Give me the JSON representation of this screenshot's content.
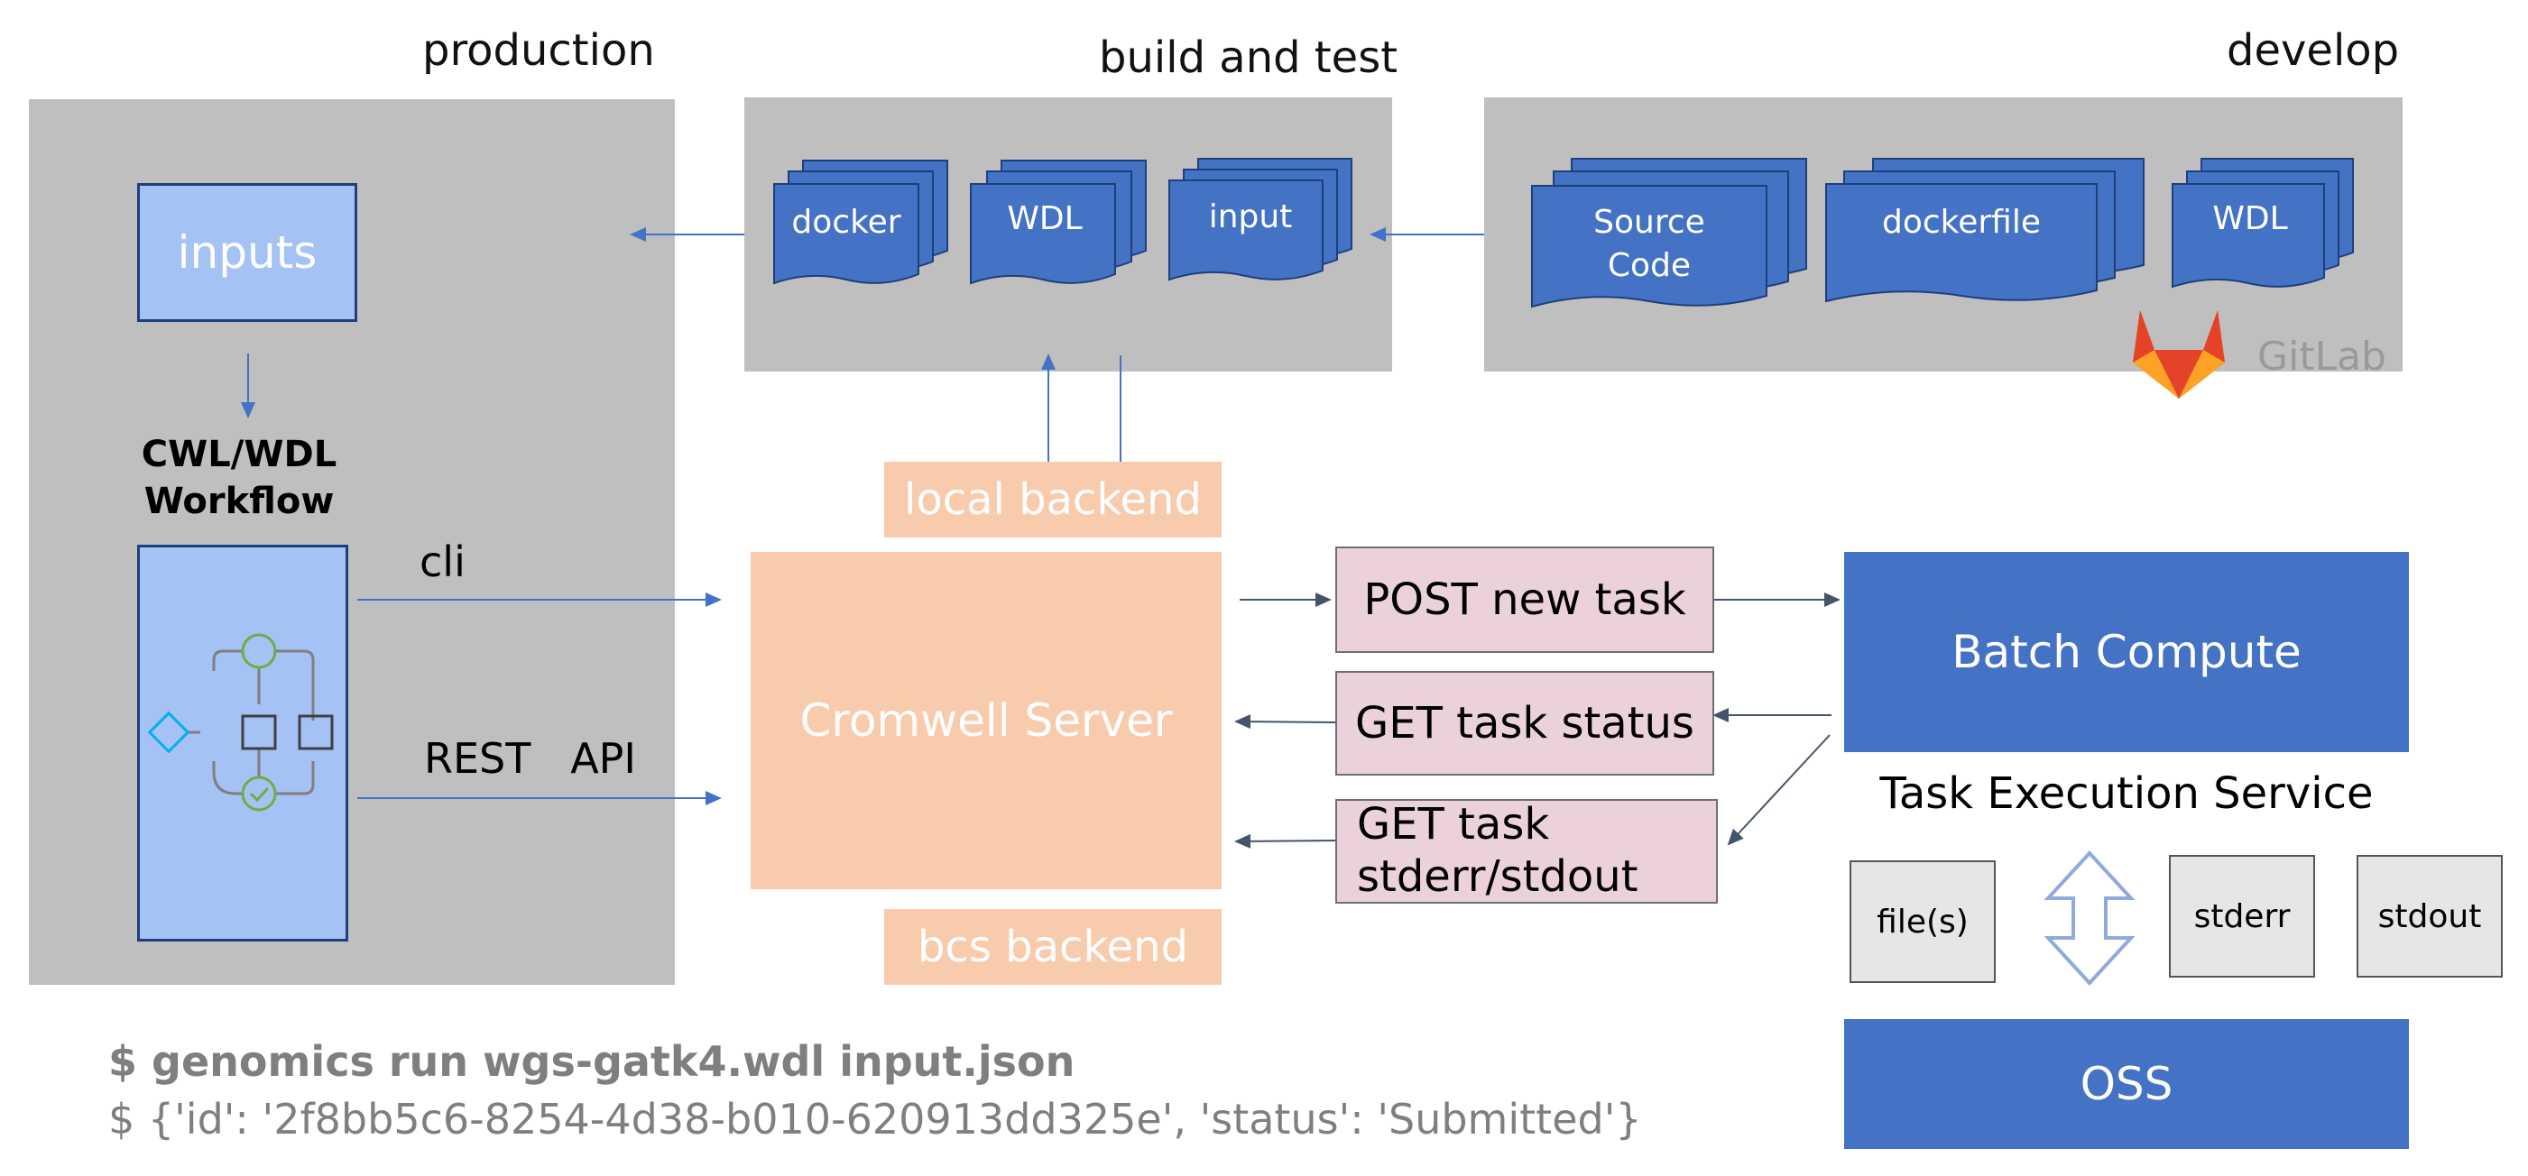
{
  "sections": {
    "production": "production",
    "build_and_test": "build and test",
    "develop": "develop"
  },
  "production": {
    "inputs": "inputs",
    "workflow_title": "CWL/WDL\nWorkflow"
  },
  "build_docs": [
    "docker",
    "WDL",
    "input"
  ],
  "develop_docs": [
    "Source\nCode",
    "dockerfile",
    "WDL"
  ],
  "gitlab": "GitLab",
  "arrows": {
    "cli": "cli",
    "rest_api": "REST   API"
  },
  "cromwell": {
    "server": "Cromwell Server",
    "local_backend": "local backend",
    "bcs_backend": "bcs backend"
  },
  "requests": {
    "post": "POST new task",
    "get_status": "GET task status",
    "get_stderr": "GET task\nstderr/stdout"
  },
  "bcs": {
    "batch_compute": "Batch Compute",
    "task_execution": "Task Execution Service",
    "files": "file(s)",
    "stderr": "stderr",
    "stdout": "stdout",
    "oss": "OSS"
  },
  "commands": {
    "line1": "$ genomics run wgs-gatk4.wdl input.json",
    "line2": "$ {'id': '2f8bb5c6-8254-4d38-b010-620913dd325e', 'status': 'Submitted'}"
  },
  "colors": {
    "panel": "#bfbfbf",
    "doc_blue": "#4472c4",
    "light_blue": "#a4c2f4",
    "peach": "#f8cbad",
    "pink": "#ead1dc",
    "arrow": "#4472c4",
    "gray_text": "#7f7f7f"
  },
  "icons": [
    "workflow-diagram-icon",
    "gitlab-logo-icon",
    "double-arrow-icon"
  ]
}
